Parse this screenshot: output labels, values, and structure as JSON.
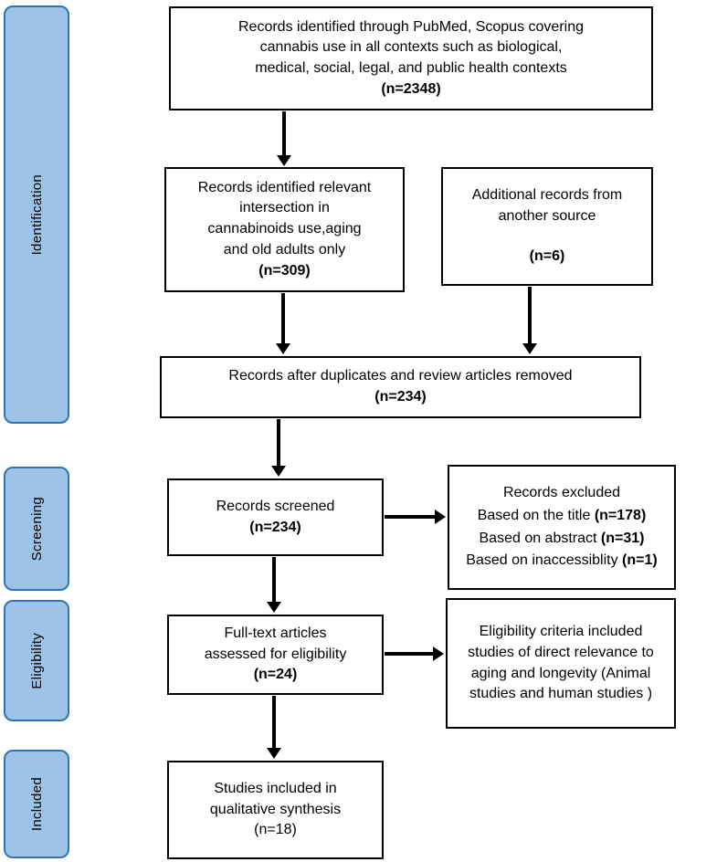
{
  "colors": {
    "background": "#FFFFFF",
    "sidebar-fill": "#9DC3E6",
    "sidebar-border": "#2E74B5",
    "box-border": "#000000",
    "arrow": "#000000"
  },
  "sidebar": {
    "identification": "Identification",
    "screening": "Screening",
    "eligibility": "Eligibility",
    "included": "Included"
  },
  "boxes": {
    "records_identified": {
      "lines": [
        "Records identified through PubMed, Scopus covering",
        "cannabis use in all contexts such as biological,",
        "medical, social, legal, and public health contexts"
      ],
      "count": "(n=2348)"
    },
    "relevant_intersection": {
      "lines": [
        "Records identified relevant",
        "intersection in",
        "cannabinoids use,aging",
        "and old adults only"
      ],
      "count": "(n=309)"
    },
    "additional_records": {
      "lines": [
        "Additional records from",
        "another source"
      ],
      "count": "(n=6)"
    },
    "after_duplicates": {
      "lines": [
        "Records after duplicates and review articles removed"
      ],
      "count": "(n=234)"
    },
    "records_screened": {
      "lines": [
        "Records screened"
      ],
      "count": "(n=234)"
    },
    "records_excluded": {
      "title": "Records excluded",
      "items": [
        {
          "label": "Based on the title ",
          "count": "(n=178)"
        },
        {
          "label": "Based on abstract ",
          "count": "(n=31)"
        },
        {
          "label": "Based on inaccessiblity ",
          "count": "(n=1)"
        }
      ]
    },
    "fulltext_assessed": {
      "lines": [
        "Full-text articles",
        "assessed for eligibility"
      ],
      "count": "(n=24)"
    },
    "eligibility_criteria": {
      "lines": [
        "Eligibility criteria included",
        "studies of direct relevance to",
        "aging and longevity (Animal",
        "studies and human studies )"
      ]
    },
    "studies_included": {
      "lines": [
        "Studies included in",
        "qualitative synthesis",
        "(n=18)"
      ]
    }
  }
}
